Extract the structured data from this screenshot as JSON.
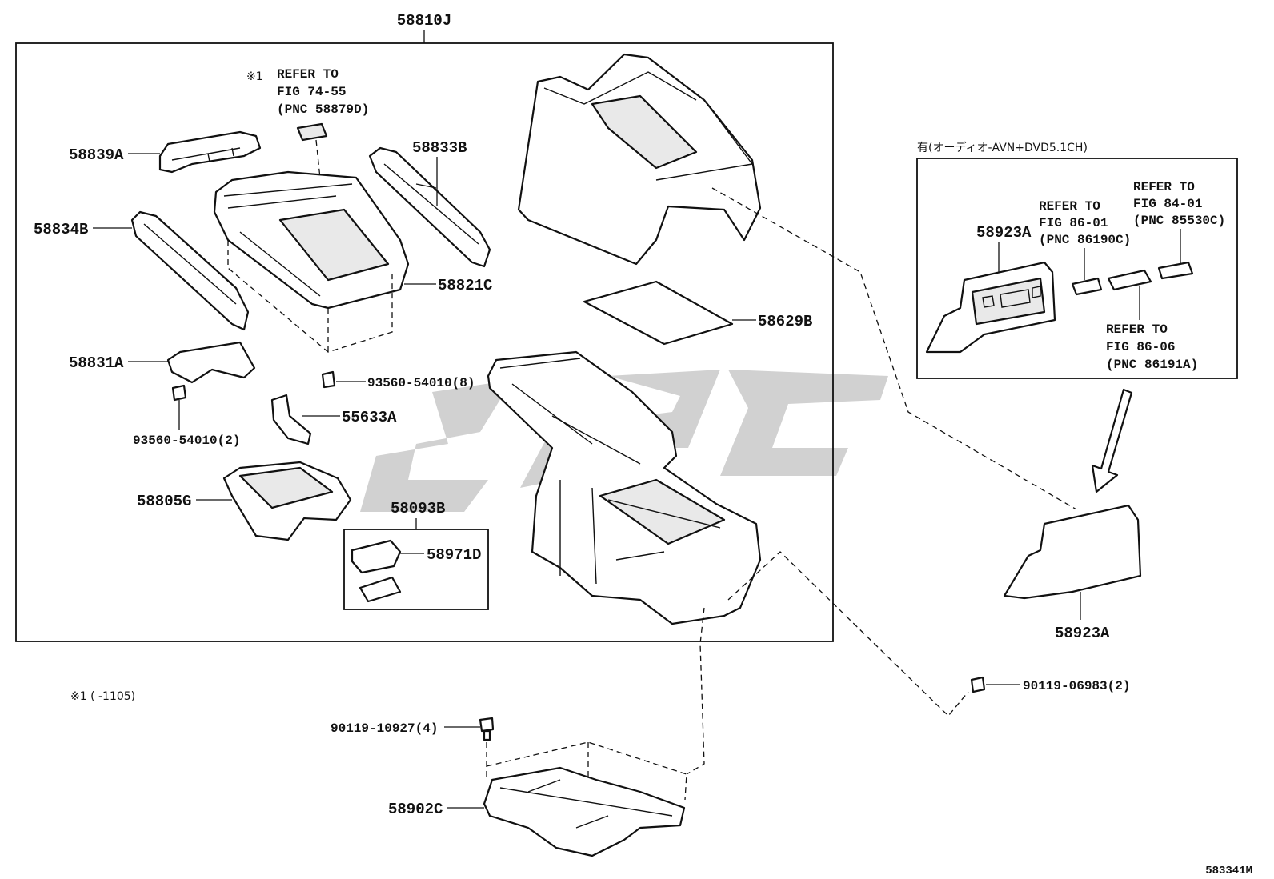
{
  "diagram": {
    "main_group_label": "58810J",
    "option_title": "有(オーディオ-AVN+DVD5.1CH)",
    "footnote": "※1 (      -1105)",
    "figure_code": "583341M",
    "refer_note": {
      "marker": "※1",
      "lines": [
        "REFER TO",
        "FIG 74-55",
        "(PNC 58879D)"
      ]
    },
    "refer_86_01": [
      "REFER TO",
      "FIG 86-01",
      "(PNC 86190C)"
    ],
    "refer_84_01": [
      "REFER TO",
      "FIG 84-01",
      "(PNC 85530C)"
    ],
    "refer_86_06": [
      "REFER TO",
      "FIG 86-06",
      "(PNC 86191A)"
    ],
    "parts": {
      "p58839A": "58839A",
      "p58834B": "58834B",
      "p58833B": "58833B",
      "p58821C": "58821C",
      "p58629B": "58629B",
      "p58831A": "58831A",
      "p93560_8": "93560-54010(8)",
      "p93560_2": "93560-54010(2)",
      "p55633A": "55633A",
      "p58805G": "58805G",
      "p58093B": "58093B",
      "p58971D": "58971D",
      "p58923A_top": "58923A",
      "p58923A_bottom": "58923A",
      "p90119_06983": "90119-06983(2)",
      "p90119_10927": "90119-10927(4)",
      "p58902C": "58902C"
    }
  }
}
